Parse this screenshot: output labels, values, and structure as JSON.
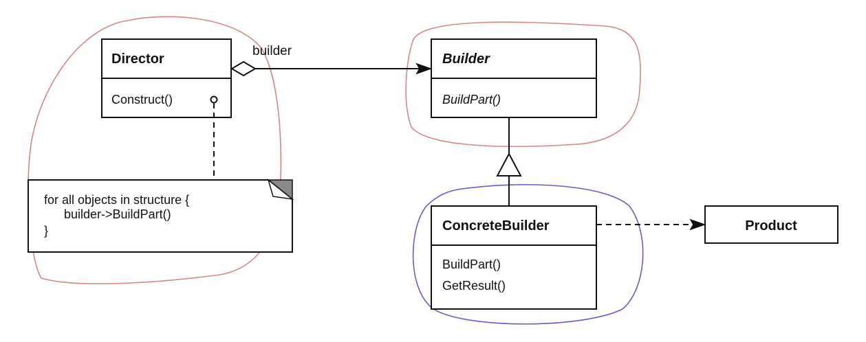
{
  "diagram": {
    "classes": {
      "director": {
        "name": "Director",
        "operations": [
          "Construct()"
        ]
      },
      "builder": {
        "name": "Builder",
        "operations": [
          "BuildPart()"
        ]
      },
      "concrete_builder": {
        "name": "ConcreteBuilder",
        "operations": [
          "BuildPart()",
          "GetResult()"
        ]
      },
      "product": {
        "name": "Product"
      }
    },
    "associations": {
      "director_builder_role": "builder"
    },
    "note": {
      "lines": [
        "for all objects in structure {",
        "builder->BuildPart()",
        "}"
      ]
    },
    "colors": {
      "lines": "#111111",
      "red_annotation": "#d98585",
      "blue_annotation": "#6a5acd"
    }
  }
}
